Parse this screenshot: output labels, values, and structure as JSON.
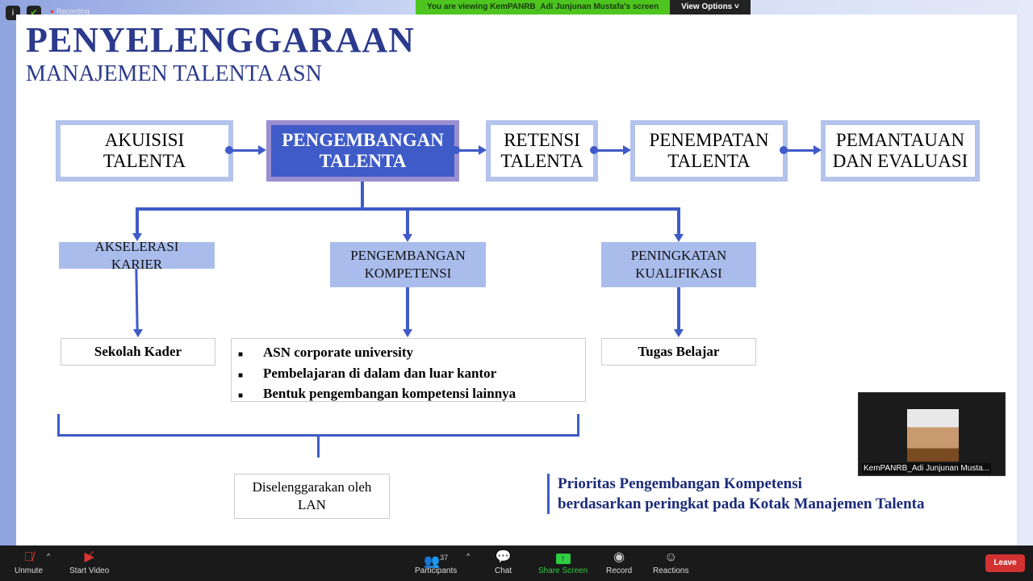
{
  "zoom": {
    "recording_label": "Recording",
    "banner": "You are viewing KemPANRB_Adi Junjunan Mustafa's screen",
    "view_options": "View Options",
    "video_name": "KemPANRB_Adi Junjunan Musta...",
    "toolbar": {
      "unmute": "Unmute",
      "start_video": "Start Video",
      "participants": "Participants",
      "participants_count": "37",
      "chat": "Chat",
      "share_screen": "Share Screen",
      "record": "Record",
      "reactions": "Reactions",
      "leave": "Leave"
    },
    "colors": {
      "share": "#2ecc40",
      "leave": "#d23232",
      "banner": "#4ec41e"
    }
  },
  "slide": {
    "title": "PENYELENGGARAAN",
    "subtitle": "MANAJEMEN TALENTA ASN",
    "top": [
      {
        "l1": "AKUISISI",
        "l2": "TALENTA"
      },
      {
        "l1": "PENGEMBANGAN",
        "l2": "TALENTA"
      },
      {
        "l1": "RETENSI",
        "l2": "TALENTA"
      },
      {
        "l1": "PENEMPATAN",
        "l2": "TALENTA"
      },
      {
        "l1": "PEMANTAUAN",
        "l2": "DAN EVALUASI"
      }
    ],
    "mid": [
      {
        "l1": "AKSELERASI",
        "l2": "KARIER"
      },
      {
        "l1": "PENGEMBANGAN",
        "l2": "KOMPETENSI"
      },
      {
        "l1": "PENINGKATAN",
        "l2": "KUALIFIKASI"
      }
    ],
    "out1": "Sekolah Kader",
    "out3": "Tugas Belajar",
    "bullets": [
      "ASN corporate university",
      "Pembelajaran di dalam dan luar kantor",
      "Bentuk pengembangan kompetensi lainnya"
    ],
    "lan": {
      "l1": "Diselenggarakan oleh",
      "l2": "LAN"
    },
    "note": {
      "l1": "Prioritas Pengembangan Kompetensi",
      "l2": "berdasarkan peringkat pada Kotak Manajemen Talenta"
    }
  }
}
